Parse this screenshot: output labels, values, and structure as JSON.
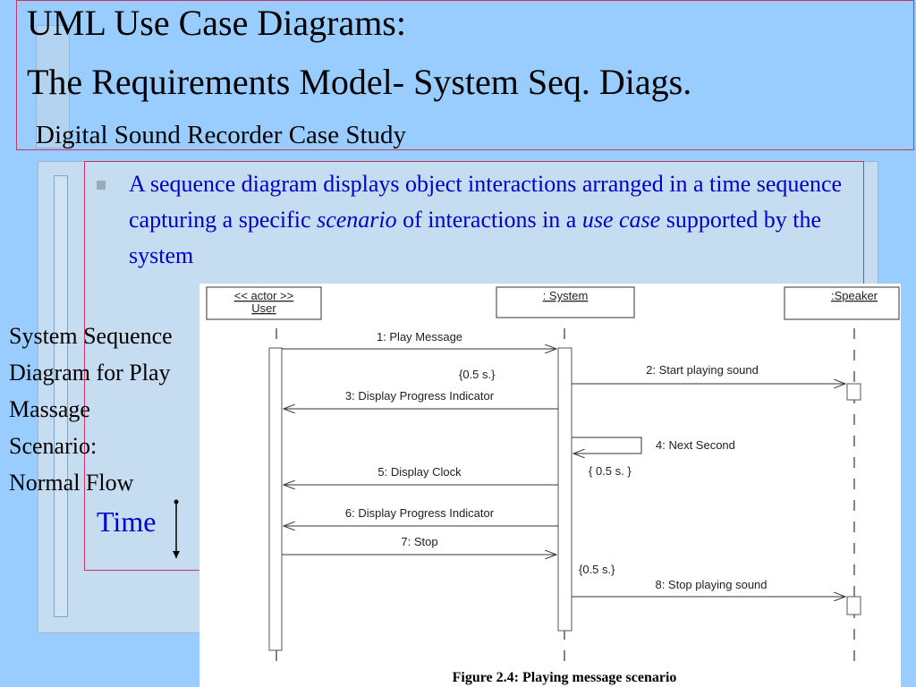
{
  "title": {
    "line1": "UML Use Case Diagrams:",
    "line2": "The Requirements Model- System Seq. Diags.",
    "subtitle": "Digital Sound Recorder Case Study"
  },
  "bullet": {
    "text_part1": "A sequence diagram displays object interactions arranged in a time sequence capturing a specific ",
    "emph1": "scenario",
    "text_part2": " of interactions in a ",
    "emph2": "use case",
    "text_part3": " supported by the system"
  },
  "side_caption": [
    "System Sequence",
    "Diagram for Play",
    "Massage",
    "Scenario:",
    "Normal Flow"
  ],
  "time_label": "Time",
  "diagram": {
    "actors": [
      {
        "line1": "<< actor >>",
        "line2": "User"
      },
      {
        "line1": ": System",
        "line2": ""
      },
      {
        "line1": ":Speaker",
        "line2": ""
      }
    ],
    "messages": [
      "1: Play Message",
      "2: Start playing sound",
      "3: Display Progress Indicator",
      "4:  Next Second",
      "5: Display Clock",
      "6: Display Progress Indicator",
      "7: Stop",
      "8: Stop playing sound"
    ],
    "notes": [
      "{0.5 s.}",
      "{ 0.5 s. }",
      "{0.5 s.}"
    ],
    "caption": "Figure 2.4: Playing message scenario"
  }
}
